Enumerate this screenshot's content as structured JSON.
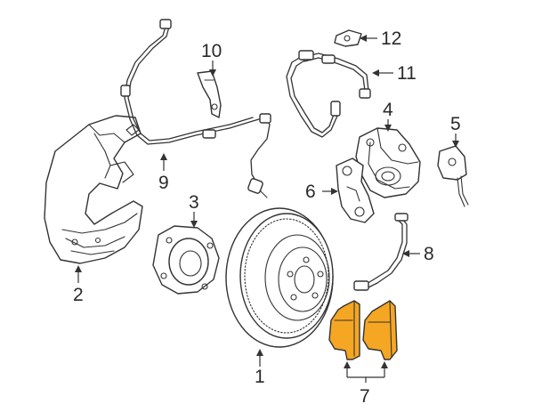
{
  "diagram": {
    "highlight_color": "#F5A623",
    "line_color": "#333333",
    "callouts": [
      {
        "id": "1",
        "label": "1",
        "part": "brake-rotor"
      },
      {
        "id": "2",
        "label": "2",
        "part": "splash-shield"
      },
      {
        "id": "3",
        "label": "3",
        "part": "wheel-hub"
      },
      {
        "id": "4",
        "label": "4",
        "part": "caliper"
      },
      {
        "id": "5",
        "label": "5",
        "part": "caliper-bracket-clip"
      },
      {
        "id": "6",
        "label": "6",
        "part": "caliper-support"
      },
      {
        "id": "7",
        "label": "7",
        "part": "brake-pads"
      },
      {
        "id": "8",
        "label": "8",
        "part": "pad-wear-sensor"
      },
      {
        "id": "9",
        "label": "9",
        "part": "abs-sensor-wire"
      },
      {
        "id": "10",
        "label": "10",
        "part": "hose-bracket"
      },
      {
        "id": "11",
        "label": "11",
        "part": "brake-hose"
      },
      {
        "id": "12",
        "label": "12",
        "part": "clip"
      }
    ]
  }
}
